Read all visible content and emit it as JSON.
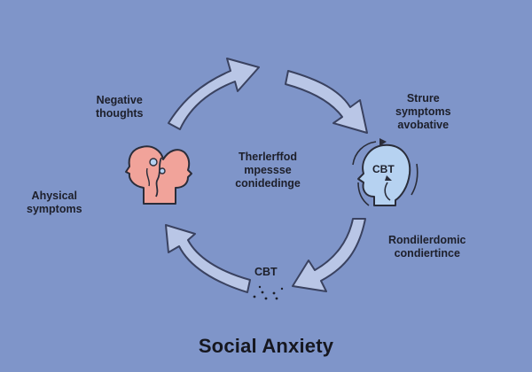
{
  "title": "Social Anxiety",
  "labels": {
    "negative_thoughts": [
      "Negative",
      "thoughts"
    ],
    "physical_symptoms": [
      "Ahysical",
      "symptoms"
    ],
    "center": [
      "Therlerffod",
      "mpessse",
      "conidedinge"
    ],
    "top_right": [
      "Strure",
      "symptoms",
      "avobative"
    ],
    "bottom_right": [
      "Rondilerdomic",
      "condiertince"
    ],
    "cbt_bottom": "CBT",
    "cbt_head": "CBT"
  },
  "colors": {
    "background": "#7f95c9",
    "arrow_fill": "#b9c6e6",
    "arrow_stroke": "#3a4260",
    "head_left": "#f1a39a",
    "head_right": "#b6d2f1",
    "text": "#1d1f2a"
  },
  "icons": [
    "head-profiles-icon",
    "cbt-head-icon",
    "cycle-arrow-icon",
    "dots-icon"
  ]
}
